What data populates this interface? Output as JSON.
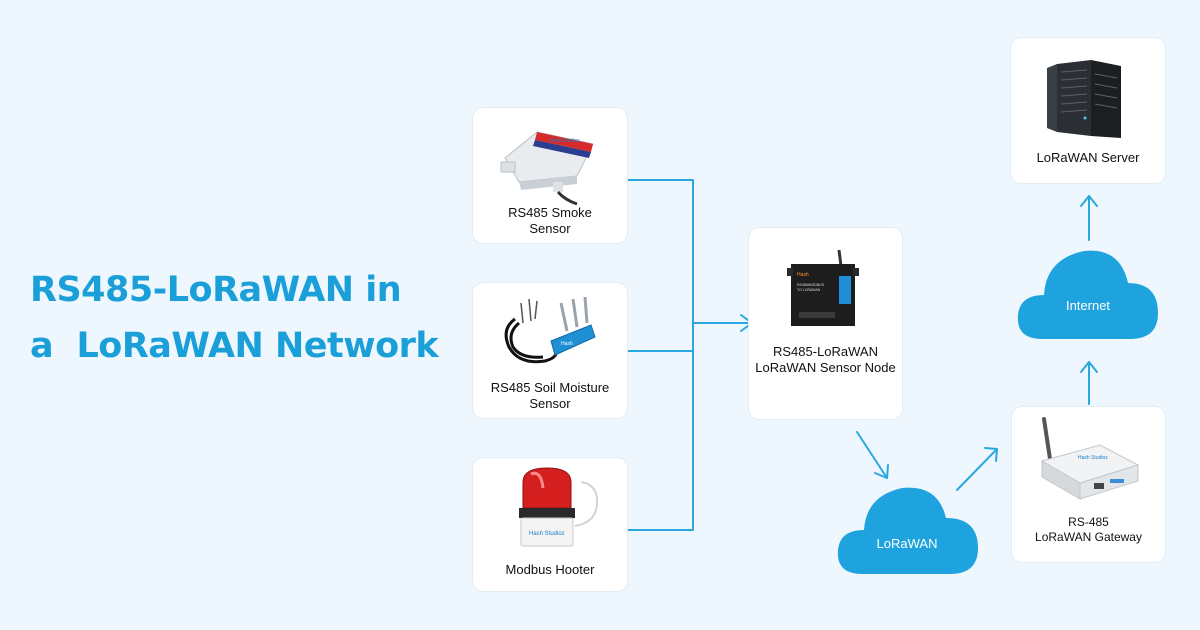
{
  "title": {
    "line1": "RS485-LoRaWAN in",
    "line2": "a  LoRaWAN Network"
  },
  "nodes": {
    "smoke": {
      "line1": "RS485 Smoke",
      "line2": "Sensor"
    },
    "soil": {
      "line1": "RS485 Soil Moisture",
      "line2": "Sensor"
    },
    "hooter": {
      "line1": "Modbus Hooter"
    },
    "converter": {
      "line1": "RS485-LoRaWAN",
      "line2": "LoRaWAN Sensor Node"
    },
    "gateway": {
      "line1": "RS-485",
      "line2": "LoRaWAN  Gateway"
    },
    "server": {
      "line1": "LoRaWAN  Server"
    }
  },
  "clouds": {
    "lorawan": "LoRaWAN",
    "internet": "Internet"
  },
  "colors": {
    "accent": "#1a9fd9",
    "line": "#29a8e0",
    "cloud": "#1fa3df",
    "background": "#eef7fd"
  },
  "icons": [
    "smoke-sensor-icon",
    "soil-moisture-sensor-icon",
    "hooter-icon",
    "converter-device-icon",
    "gateway-router-icon",
    "server-rack-icon"
  ]
}
